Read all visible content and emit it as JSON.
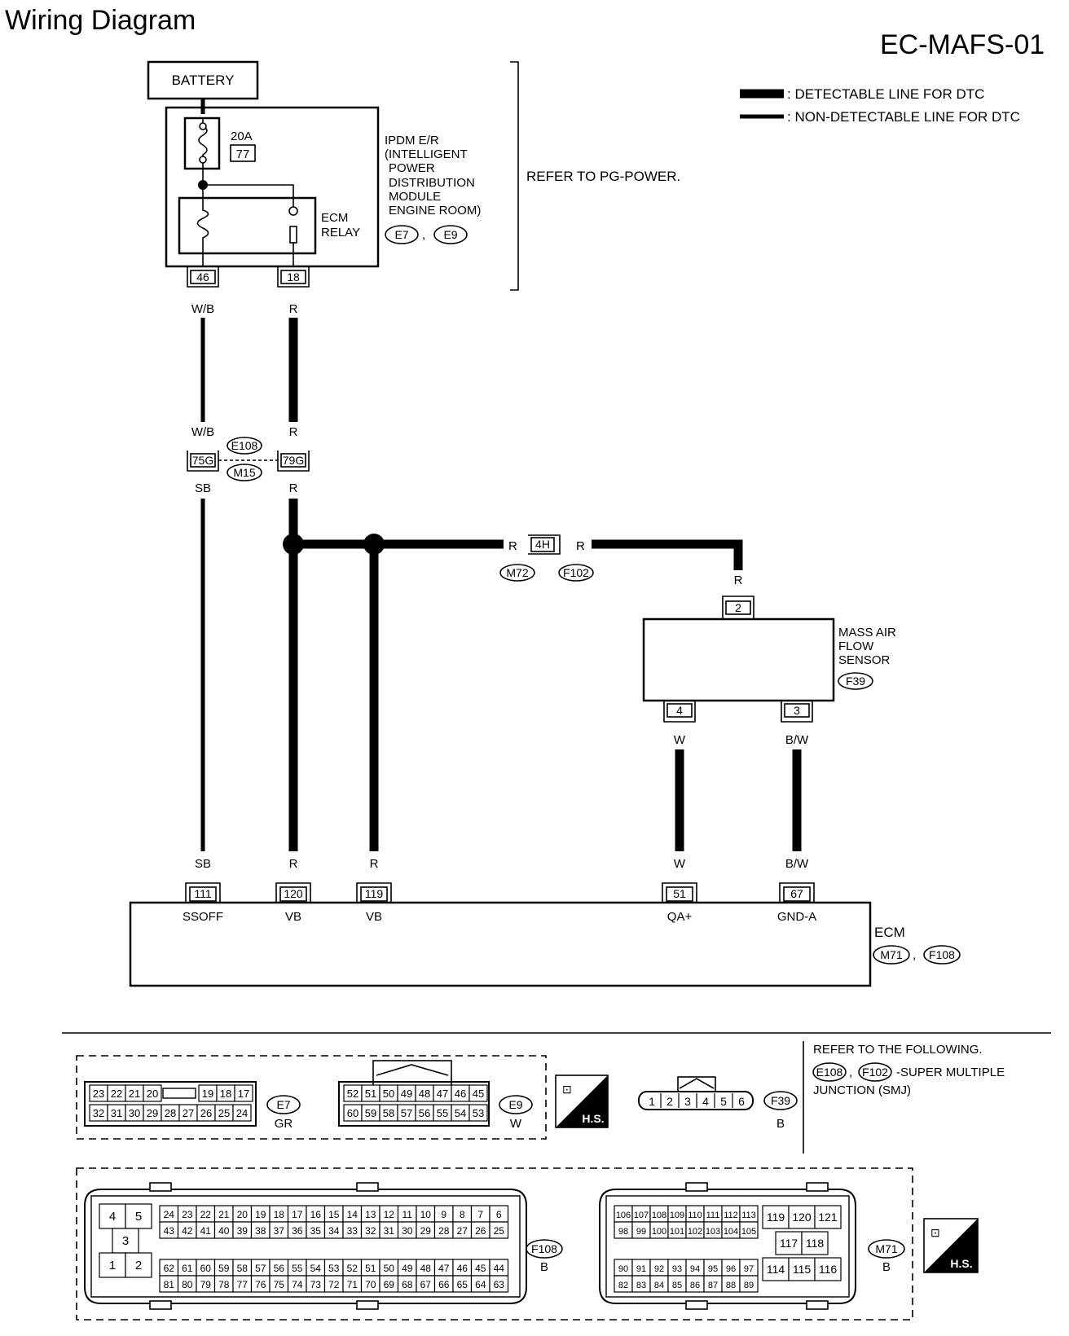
{
  "header": {
    "title": "Wiring Diagram",
    "code": "EC-MAFS-01"
  },
  "legend": {
    "detectable": ": DETECTABLE LINE FOR DTC",
    "non_detectable": ": NON-DETECTABLE LINE FOR DTC"
  },
  "battery": "BATTERY",
  "ipdm": {
    "fuse_rating": "20A",
    "fuse_number": "77",
    "label_lines": [
      "IPDM E/R",
      "(INTELLIGENT",
      "POWER",
      "DISTRIBUTION",
      "MODULE",
      "ENGINE ROOM)"
    ],
    "connectors": [
      "E7",
      "E9"
    ],
    "relay_label": [
      "ECM",
      "RELAY"
    ],
    "pin_left": "46",
    "pin_right": "18",
    "refer": "REFER TO PG-POWER."
  },
  "wires": {
    "wb": "W/B",
    "r": "R",
    "sb": "SB",
    "w": "W",
    "bw": "B/W"
  },
  "joint": {
    "pin_left": "75G",
    "pin_right": "79G",
    "conn_top": "E108",
    "conn_bottom": "M15"
  },
  "inline": {
    "pin": "4H",
    "conn_left": "M72",
    "conn_right": "F102"
  },
  "maf": {
    "label_lines": [
      "MASS AIR",
      "FLOW",
      "SENSOR"
    ],
    "connector": "F39",
    "pin_top": "2",
    "pin_sig": "4",
    "pin_gnd": "3"
  },
  "ecm": {
    "label": "ECM",
    "connectors": [
      "M71",
      "F108"
    ],
    "pins": [
      {
        "no": "111",
        "name": "SSOFF"
      },
      {
        "no": "120",
        "name": "VB"
      },
      {
        "no": "119",
        "name": "VB"
      },
      {
        "no": "51",
        "name": "QA+"
      },
      {
        "no": "67",
        "name": "GND-A"
      }
    ]
  },
  "connector_views": {
    "e7": {
      "id": "E7",
      "color": "GR",
      "top": [
        "23",
        "22",
        "21",
        "20",
        "",
        "19",
        "18",
        "17"
      ],
      "bottom": [
        "32",
        "31",
        "30",
        "29",
        "28",
        "27",
        "26",
        "25",
        "24"
      ]
    },
    "e9": {
      "id": "E9",
      "color": "W",
      "top": [
        "52",
        "51",
        "50",
        "49",
        "48",
        "47",
        "46",
        "45"
      ],
      "bottom": [
        "60",
        "59",
        "58",
        "57",
        "56",
        "55",
        "54",
        "53"
      ]
    },
    "hs": "H.S.",
    "f39": {
      "id": "F39",
      "color": "B",
      "pins": [
        "1",
        "2",
        "3",
        "4",
        "5",
        "6"
      ]
    },
    "refer_lines": [
      "REFER TO THE FOLLOWING.",
      "-SUPER MULTIPLE",
      "JUNCTION (SMJ)"
    ],
    "refer_conns": [
      "E108",
      "F102"
    ],
    "f108": {
      "id": "F108",
      "color": "B",
      "left": [
        "4",
        "5",
        "3",
        "1",
        "2"
      ],
      "r1": [
        "24",
        "23",
        "22",
        "21",
        "20",
        "19",
        "18",
        "17",
        "16",
        "15",
        "14",
        "13",
        "12",
        "11",
        "10",
        "9",
        "8",
        "7",
        "6"
      ],
      "r2": [
        "43",
        "42",
        "41",
        "40",
        "39",
        "38",
        "37",
        "36",
        "35",
        "34",
        "33",
        "32",
        "31",
        "30",
        "29",
        "28",
        "27",
        "26",
        "25"
      ],
      "r3": [
        "62",
        "61",
        "60",
        "59",
        "58",
        "57",
        "56",
        "55",
        "54",
        "53",
        "52",
        "51",
        "50",
        "49",
        "48",
        "47",
        "46",
        "45",
        "44"
      ],
      "r4": [
        "81",
        "80",
        "79",
        "78",
        "77",
        "76",
        "75",
        "74",
        "73",
        "72",
        "71",
        "70",
        "69",
        "68",
        "67",
        "66",
        "65",
        "64",
        "63"
      ]
    },
    "m71": {
      "id": "M71",
      "color": "B",
      "r1": [
        "106",
        "107",
        "108",
        "109",
        "110",
        "111",
        "112",
        "113"
      ],
      "r2": [
        "98",
        "99",
        "100",
        "101",
        "102",
        "103",
        "104",
        "105"
      ],
      "r3": [
        "90",
        "91",
        "92",
        "93",
        "94",
        "95",
        "96",
        "97"
      ],
      "r4": [
        "82",
        "83",
        "84",
        "85",
        "86",
        "87",
        "88",
        "89"
      ],
      "right_top": [
        "119",
        "120",
        "121"
      ],
      "right_mid": [
        "117",
        "118"
      ],
      "right_bot": [
        "114",
        "115",
        "116"
      ]
    }
  }
}
